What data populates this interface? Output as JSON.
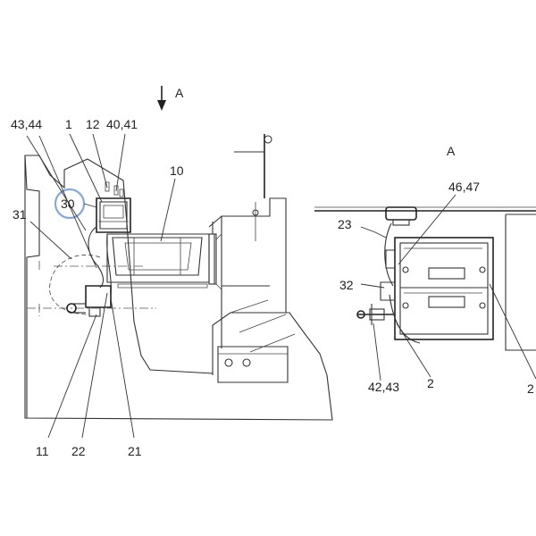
{
  "view_arrow_label": "A",
  "view_title": "A",
  "highlight_color": "#8aa8d6",
  "callouts": {
    "c4344": "43,44",
    "c1": "1",
    "c12": "12",
    "c4041": "40,41",
    "c10": "10",
    "c30": "30",
    "c31": "31",
    "c11": "11",
    "c22": "22",
    "c21": "21",
    "c4647": "46,47",
    "c23": "23",
    "c32": "32",
    "c4243": "42,43",
    "c2": "2",
    "c2b": "2"
  }
}
